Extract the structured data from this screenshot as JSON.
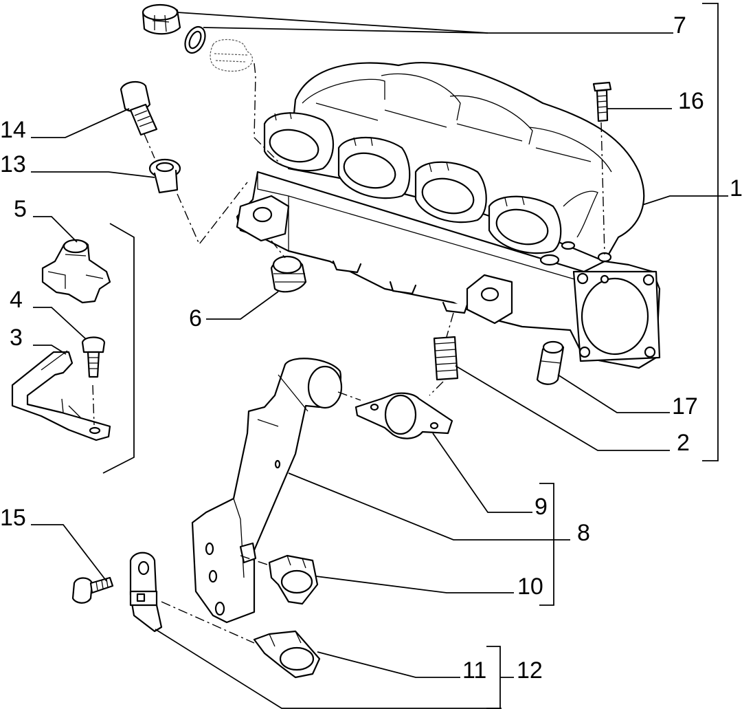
{
  "callouts": {
    "c1": "1",
    "c2": "2",
    "c3": "3",
    "c4": "4",
    "c5": "5",
    "c6": "6",
    "c7": "7",
    "c8": "8",
    "c9": "9",
    "c10": "10",
    "c11": "11",
    "c12": "12",
    "c13": "13",
    "c14": "14",
    "c15": "15",
    "c16": "16",
    "c17": "17"
  },
  "colors": {
    "ink": "#000000",
    "paper": "#ffffff"
  }
}
